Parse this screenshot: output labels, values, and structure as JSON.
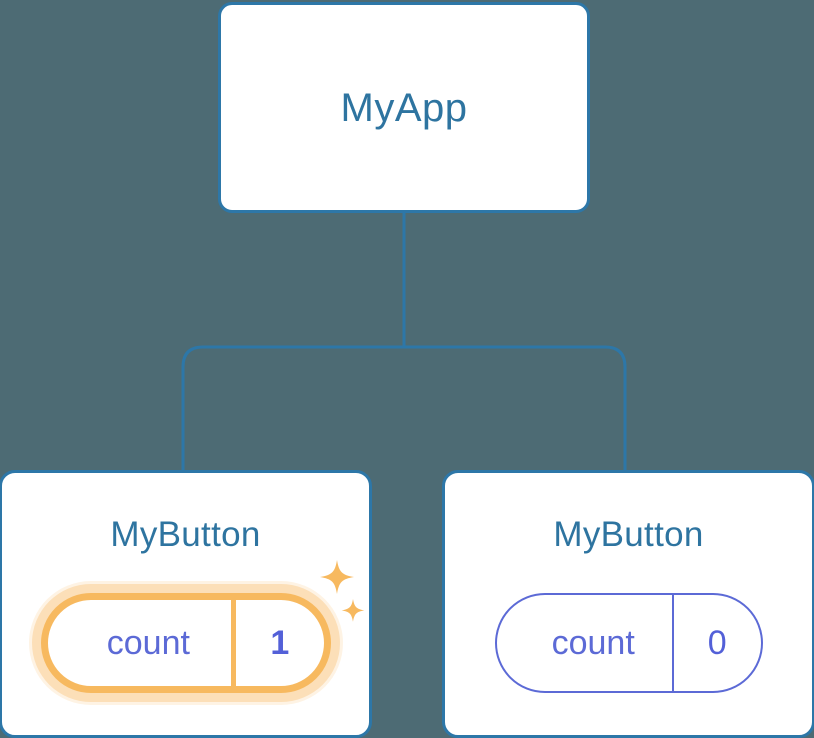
{
  "theme": {
    "background": "#4d6b74",
    "node_border": "#2d77a8",
    "node_title_color": "#2e74a0",
    "pill_color": "#5c6ad6",
    "highlight_color": "#f7b95f",
    "highlight_glow": "#fad8a5",
    "card_background": "#ffffff"
  },
  "tree": {
    "root": {
      "title": "MyApp"
    },
    "children": [
      {
        "title": "MyButton",
        "state": {
          "key": "count",
          "value": "1"
        },
        "highlighted": true,
        "sparkle_icons": [
          "sparkle-large-icon",
          "sparkle-small-icon"
        ]
      },
      {
        "title": "MyButton",
        "state": {
          "key": "count",
          "value": "0"
        },
        "highlighted": false,
        "sparkle_icons": []
      }
    ]
  }
}
